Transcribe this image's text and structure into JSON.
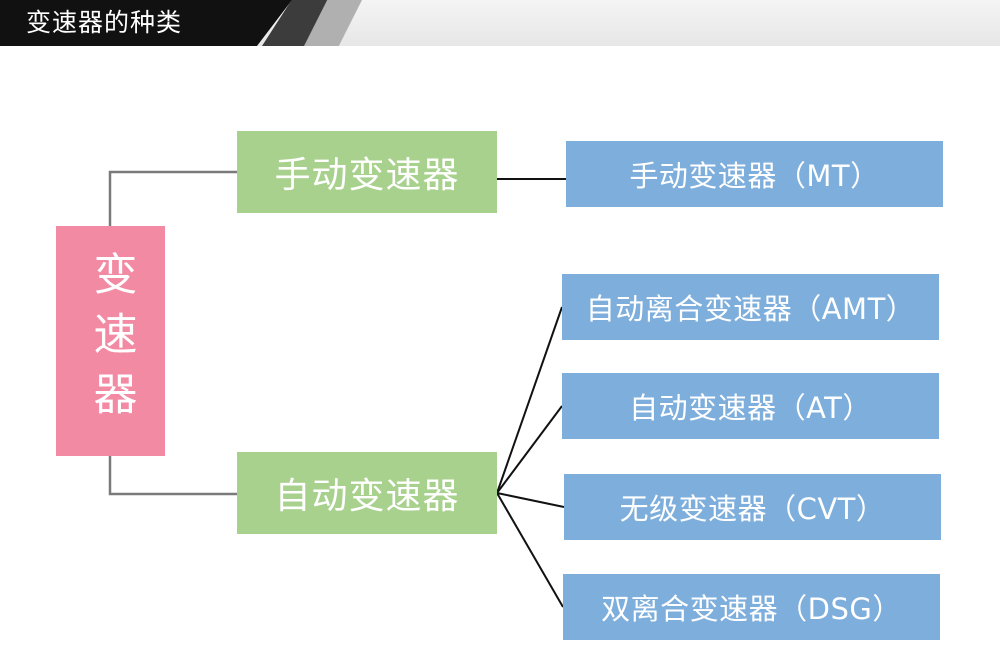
{
  "header": {
    "title": "变速器的种类"
  },
  "diagram": {
    "root": {
      "label": "变速器"
    },
    "branches": [
      {
        "label": "手动变速器",
        "children": [
          "手动变速器（MT）"
        ]
      },
      {
        "label": "自动变速器",
        "children": [
          "自动离合变速器（AMT）",
          "自动变速器（AT）",
          "无级变速器（CVT）",
          "双离合变速器（DSG）"
        ]
      }
    ]
  },
  "colors": {
    "root_fill": "#f28aa3",
    "branch_fill": "#a9d18e",
    "leaf_fill": "#7eaedc",
    "connector_root": "#7a7a7a",
    "connector_leaf": "#111111",
    "text": "#ffffff",
    "header_bg": "#111111"
  }
}
